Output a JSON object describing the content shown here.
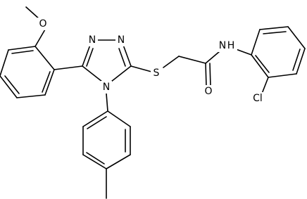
{
  "atoms": {
    "methoxy_o": "O",
    "triazole_n1": "N",
    "triazole_n2": "N",
    "triazole_n4": "N",
    "sulfur": "S",
    "amide_n": "N",
    "amide_h": "H",
    "carbonyl_o": "O",
    "chlorine": "Cl"
  }
}
